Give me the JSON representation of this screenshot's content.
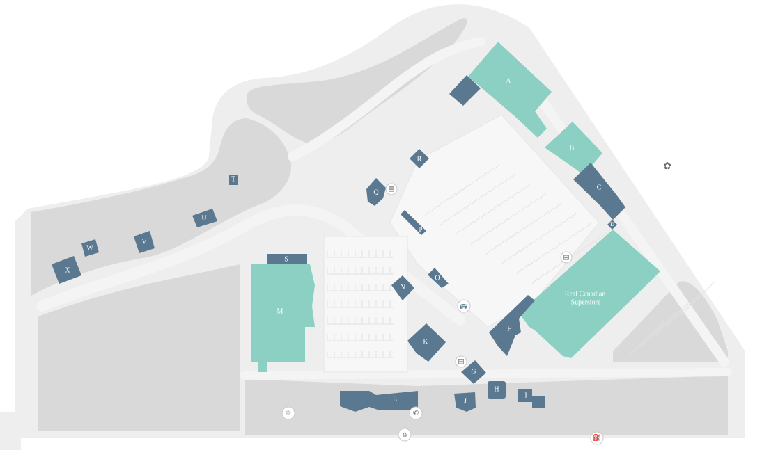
{
  "map": {
    "colors": {
      "background": "#ffffff",
      "site": "#eeeeee",
      "green_area": "#d9d9d9",
      "road": "#f4f4f4",
      "anchor_store": "#8ccfc3",
      "store": "#5a7890",
      "icon_border": "#c9c9c9"
    },
    "units": [
      {
        "id": "A",
        "label": "A",
        "kind": "anchor"
      },
      {
        "id": "B",
        "label": "B",
        "kind": "anchor"
      },
      {
        "id": "C",
        "label": "C",
        "kind": "store"
      },
      {
        "id": "D",
        "label": "D",
        "kind": "store"
      },
      {
        "id": "F",
        "label": "F",
        "kind": "store"
      },
      {
        "id": "G",
        "label": "G",
        "kind": "store"
      },
      {
        "id": "H",
        "label": "H",
        "kind": "store"
      },
      {
        "id": "I",
        "label": "I",
        "kind": "store"
      },
      {
        "id": "J",
        "label": "J",
        "kind": "store"
      },
      {
        "id": "K",
        "label": "K",
        "kind": "store"
      },
      {
        "id": "L",
        "label": "L",
        "kind": "store"
      },
      {
        "id": "M",
        "label": "M",
        "kind": "anchor"
      },
      {
        "id": "N",
        "label": "N",
        "kind": "store"
      },
      {
        "id": "O",
        "label": "O",
        "kind": "store"
      },
      {
        "id": "P",
        "label": "P",
        "kind": "store"
      },
      {
        "id": "Q",
        "label": "Q",
        "kind": "store"
      },
      {
        "id": "R",
        "label": "R",
        "kind": "store"
      },
      {
        "id": "S",
        "label": "S",
        "kind": "store"
      },
      {
        "id": "T",
        "label": "T",
        "kind": "store"
      },
      {
        "id": "U",
        "label": "U",
        "kind": "store"
      },
      {
        "id": "V",
        "label": "V",
        "kind": "store"
      },
      {
        "id": "W",
        "label": "W",
        "kind": "store"
      },
      {
        "id": "X",
        "label": "X",
        "kind": "store"
      }
    ],
    "superstore": {
      "line1": "Real Canadian",
      "line2": "Superstore"
    },
    "icons": [
      {
        "name": "atm-icon",
        "glyph": "▤"
      },
      {
        "name": "atm-icon",
        "glyph": "▤"
      },
      {
        "name": "atm-icon",
        "glyph": "▤"
      },
      {
        "name": "bus-stop-icon",
        "glyph": "🚌"
      },
      {
        "name": "phone-icon",
        "glyph": "✆"
      },
      {
        "name": "recycling-icon",
        "glyph": "♲"
      },
      {
        "name": "landmark-icon",
        "glyph": "⌂"
      },
      {
        "name": "gas-pump-icon",
        "glyph": "⛽"
      },
      {
        "name": "lotus-icon",
        "glyph": "✿"
      }
    ]
  }
}
